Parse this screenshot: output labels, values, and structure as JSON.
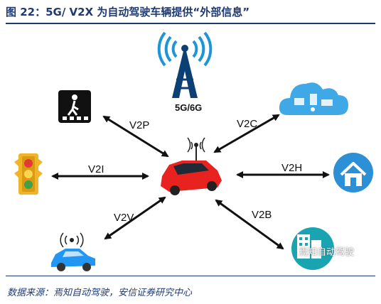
{
  "figure": {
    "title": "图 22：5G/ V2X 为自动驾驶车辆提供“外部信息”",
    "source": "数据来源：焉知自动驾驶，安信证券研究中心",
    "watermark": "焉知自动驾驶"
  },
  "diagram": {
    "tower_label": "5G/6G",
    "links": [
      "V2P",
      "V2C",
      "V2I",
      "V2H",
      "V2V",
      "V2B"
    ]
  },
  "icons": {
    "tower": "cell-tower-icon",
    "pedestrian": "pedestrian-crossing-icon",
    "cloud": "cloud-icon",
    "traffic_light": "traffic-light-icon",
    "car": "car-icon",
    "home": "home-icon",
    "vehicle": "connected-vehicle-icon",
    "building": "building-icon"
  },
  "colors": {
    "title": "#1f3a73",
    "car": "#e8231f",
    "tech_blue": "#1e95d9",
    "tower": "#0c3f73"
  }
}
